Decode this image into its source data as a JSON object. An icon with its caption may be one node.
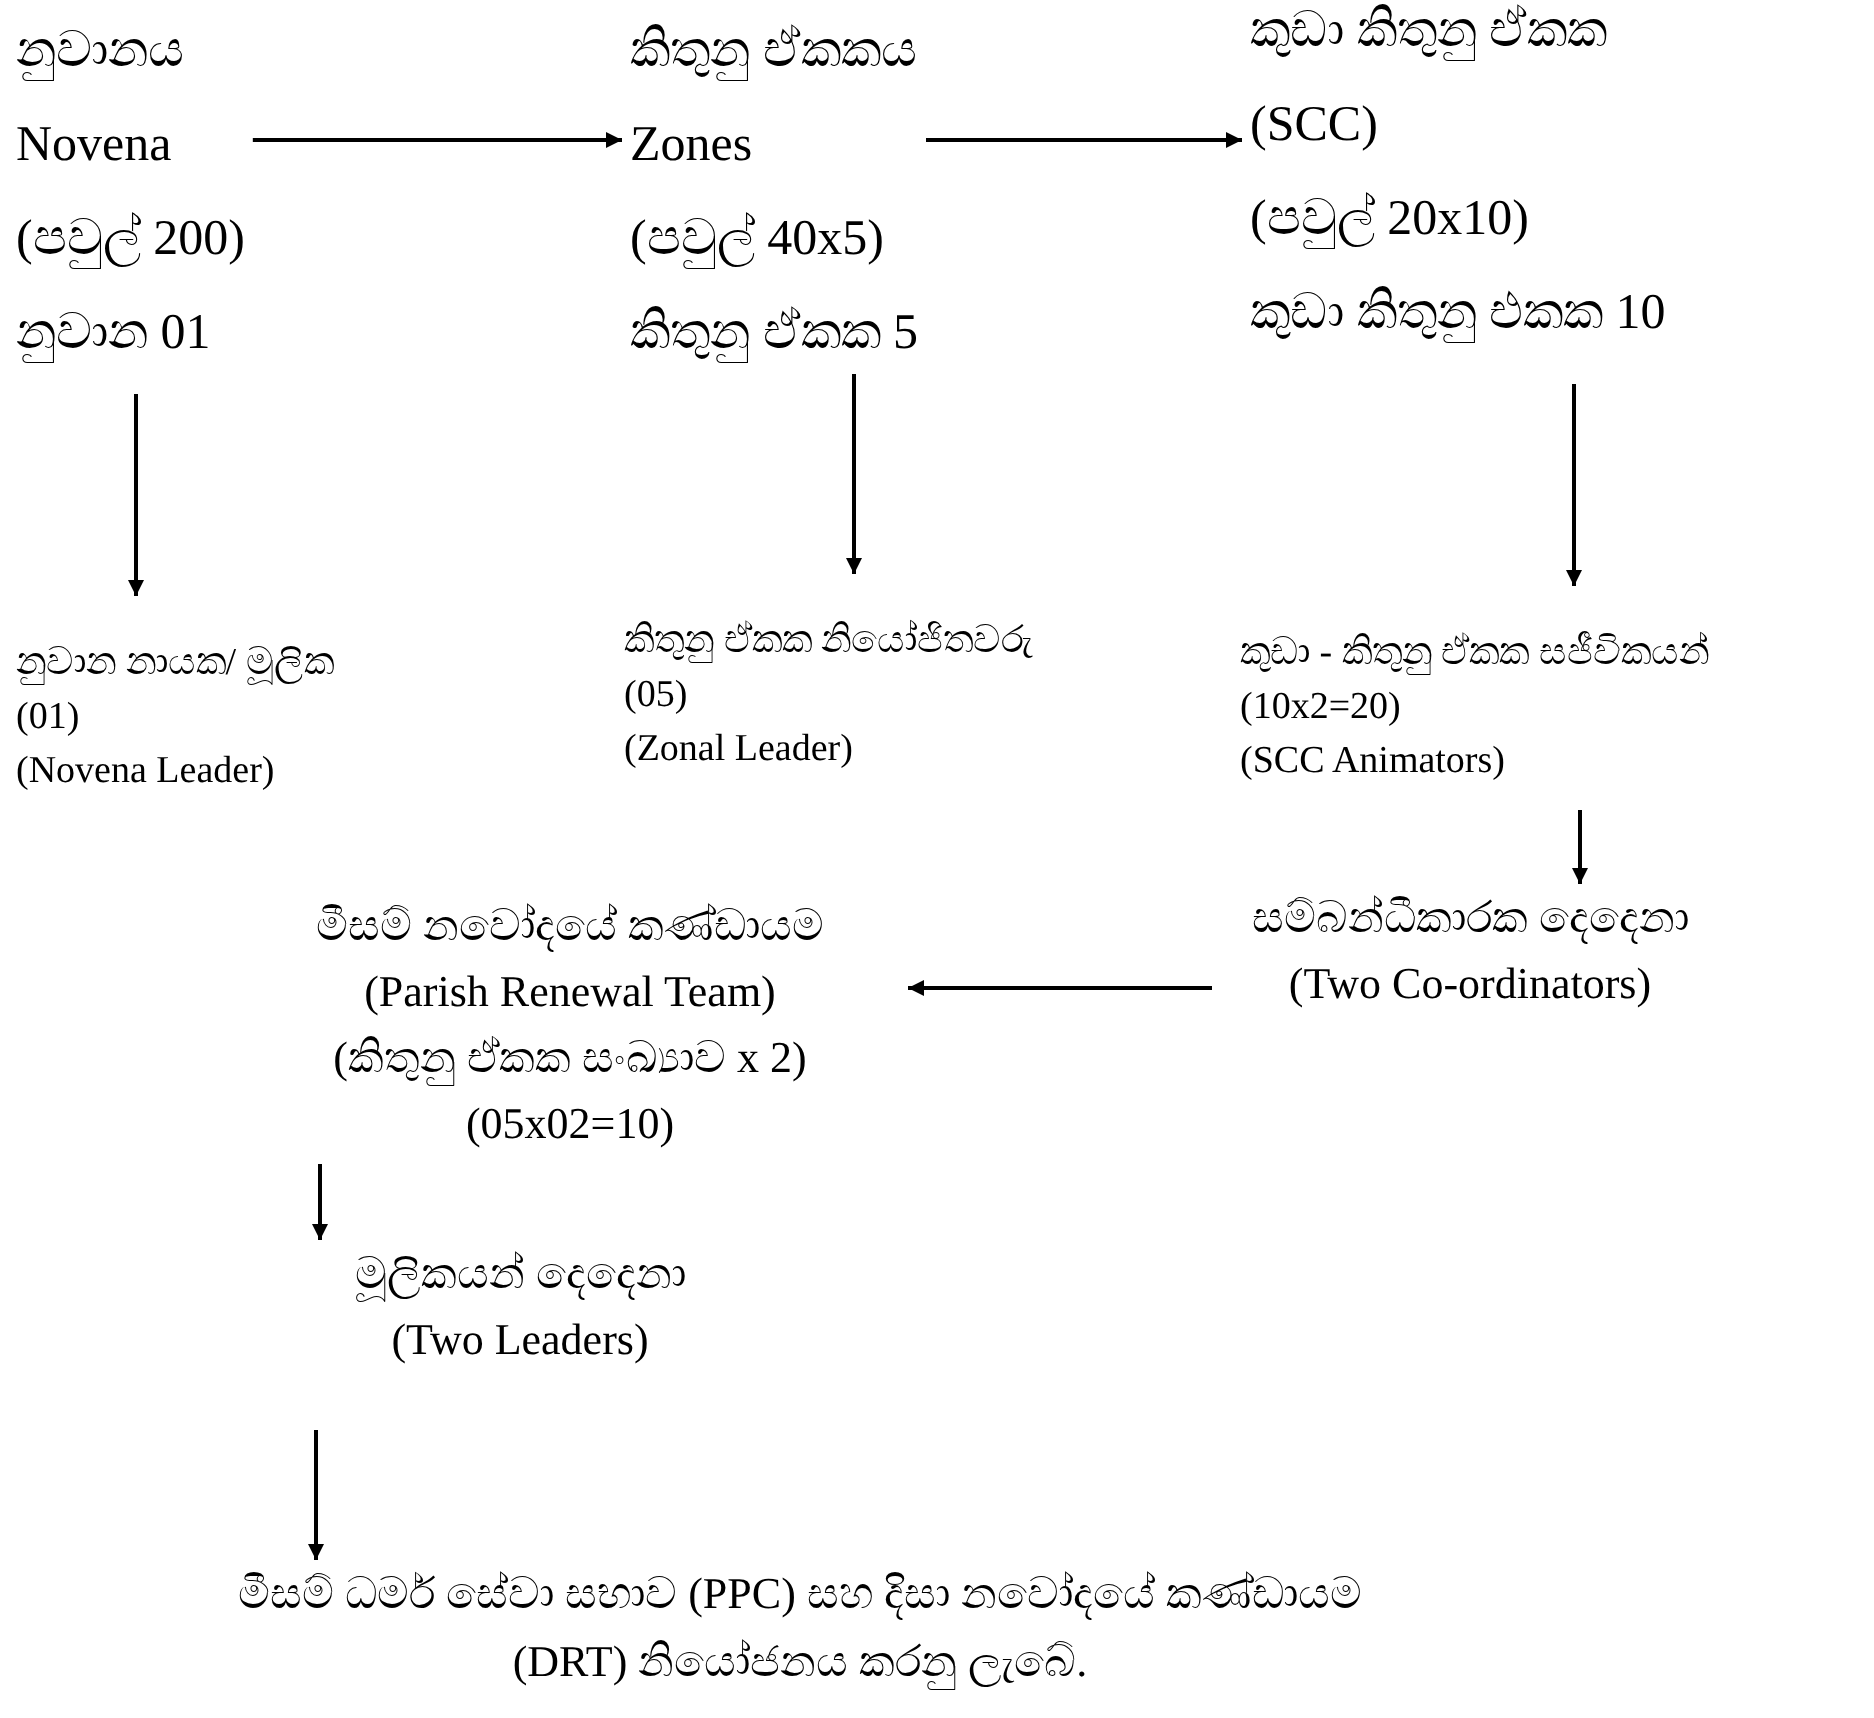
{
  "diagram": {
    "nodes": [
      {
        "text": [
          "නුවානය",
          "Novena",
          "(පවුල් 200)",
          "නුවාන 01"
        ]
      },
      {
        "text": [
          "කිතුනු ඒකකය",
          "Zones",
          "(පවුල් 40x5)",
          "කිතුනු ඒකක 5"
        ]
      },
      {
        "text": [
          "කුඩා කිතුනු ඒකක",
          "(SCC)",
          "(පවුල් 20x10)",
          "කුඩා කිතුනු එකක 10"
        ]
      },
      {
        "text": [
          "නුවාන නායක/ මූලික",
          "(01)",
          "(Novena Leader)"
        ]
      },
      {
        "text": [
          "කිතුනු ඒකක නියෝජිතවරු",
          "(05)",
          "(Zonal Leader)"
        ]
      },
      {
        "text": [
          "කුඩා - කිතුනු ඒකක සජීවිකයන්",
          "(10x2=20)",
          "(SCC Animators)"
        ]
      },
      {
        "text": [
          "සම්බන්ධීකාරක දෙදෙනා",
          "(Two Co-ordinators)"
        ]
      },
      {
        "text": [
          "මීසම් නවෝදයේ කණ්ඩායම",
          "(Parish Renewal Team)",
          "(කිතුනු ඒකක සංඛ්‍යාව x 2)",
          "(05x02=10)"
        ]
      },
      {
        "text": [
          "මූලිකයන් දෙදෙනා",
          "(Two Leaders)"
        ]
      },
      {
        "text": [
          "මීසම් ධර්ම සේවා සභාව (PPC) සහ දිසා නවෝදයේ කණ්ඩායම (DRT) නියෝජනය කරනු ලැබේ."
        ]
      }
    ],
    "edges": [
      {
        "from": 0,
        "to": 1,
        "arrow": "to"
      },
      {
        "from": 1,
        "to": 2,
        "arrow": "to"
      },
      {
        "from": 0,
        "to": 3,
        "arrow": "to"
      },
      {
        "from": 1,
        "to": 4,
        "arrow": "to"
      },
      {
        "from": 2,
        "to": 5,
        "arrow": "to"
      },
      {
        "from": 5,
        "to": 6,
        "arrow": "to"
      },
      {
        "from": 6,
        "to": 7,
        "arrow": "to"
      },
      {
        "from": 7,
        "to": 8,
        "arrow": "to"
      },
      {
        "from": 8,
        "to": 9,
        "arrow": "to"
      }
    ]
  }
}
